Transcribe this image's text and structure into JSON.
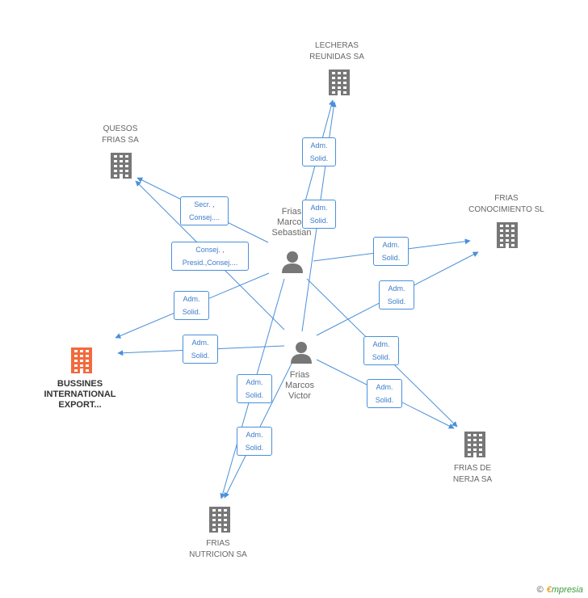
{
  "colors": {
    "edge": "#4a90d9",
    "company": "#777777",
    "focus_company": "#f26a3d",
    "person": "#777777"
  },
  "companies": {
    "lecheras": "LECHERAS\nREUNIDAS SA",
    "quesos": "QUESOS\nFRIAS SA",
    "conocimiento": "FRIAS\nCONOCIMIENTO SL",
    "bussines": "BUSSINES\nINTERNATIONAL\nEXPORT...",
    "nerja": "FRIAS DE\nNERJA SA",
    "nutricion": "FRIAS\nNUTRICION SA"
  },
  "persons": {
    "sebastian": "Frias\nMarcos\nSebastian",
    "victor": "Frias\nMarcos\nVictor"
  },
  "edge_labels": {
    "e1": "Adm.\nSolid.",
    "e2": "Adm.\nSolid.",
    "e3": "Secr. ,\nConsej....",
    "e4": "Consej. ,\nPresid.,Consej....",
    "e5": "Adm.\nSolid.",
    "e6": "Adm.\nSolid.",
    "e7": "Adm.\nSolid.",
    "e8": "Adm.\nSolid.",
    "e9": "Adm.\nSolid.",
    "e10": "Adm.\nSolid.",
    "e11": "Adm.\nSolid.",
    "e12": "Adm.\nSolid."
  },
  "brand": {
    "copyright": "©",
    "e": "€",
    "name": "mpresia"
  }
}
